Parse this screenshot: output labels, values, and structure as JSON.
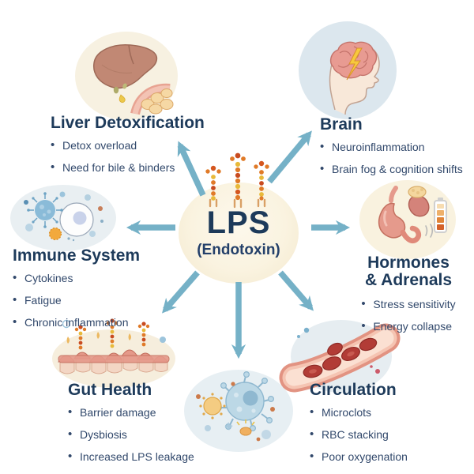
{
  "center": {
    "label": "LPS",
    "sublabel": "(Endotoxin)"
  },
  "nodes": {
    "liver": {
      "title": "Liver Detoxification",
      "bullets": [
        "Detox overload",
        "Need for bile & binders"
      ]
    },
    "brain": {
      "title": "Brain",
      "bullets": [
        "Neuroinflammation",
        "Brain fog & cognition shifts"
      ]
    },
    "immune": {
      "title": "Immune System",
      "bullets": [
        "Cytokines",
        "Fatigue",
        "Chronic inflammation"
      ]
    },
    "hormones": {
      "title_line1": "Hormones",
      "title_line2": "& Adrenals",
      "bullets": [
        "Stress sensitivity",
        "Energy collapse"
      ]
    },
    "gut": {
      "title": "Gut Health",
      "bullets": [
        "Barrier damage",
        "Dysbiosis",
        "Increased LPS leakage"
      ]
    },
    "circulation": {
      "title": "Circulation",
      "bullets": [
        "Microclots",
        "RBC stacking",
        "Poor oxygenation"
      ]
    }
  },
  "icons": {
    "liver": "liver-gallbladder-intestine-icon",
    "brain": "head-brain-lightning-icon",
    "immune": "immune-cells-icon",
    "hormones": "stomach-adrenal-battery-icon",
    "gut": "gut-barrier-lps-icon",
    "microbes": "microbes-icon",
    "circulation": "blood-vessel-rbc-icon",
    "center_top": "lps-molecule-chains-icon"
  },
  "colors": {
    "arrow": "#75b1c7",
    "heading": "#1d3a5a",
    "body_text": "#31486b",
    "center_fill": "#faf3e0",
    "lps_orange": "#e07a28",
    "lps_red": "#c84b20",
    "lps_yellow": "#e8b93a"
  }
}
